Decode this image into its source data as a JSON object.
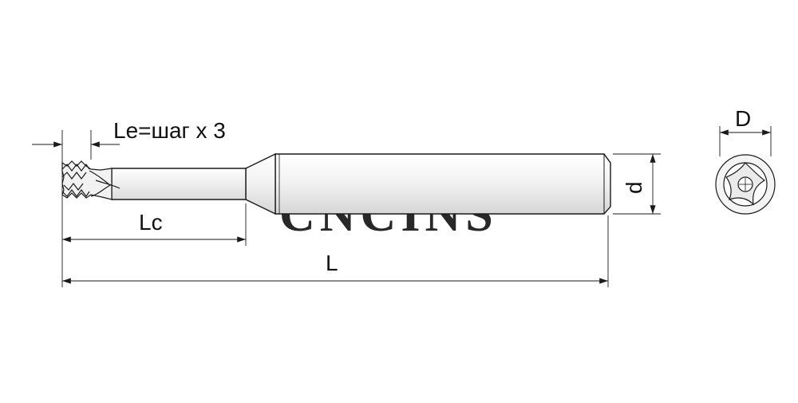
{
  "drawing": {
    "labels": {
      "le": "Le=шаг х 3",
      "lc": "Lc",
      "l": "L",
      "d": "d",
      "D": "D"
    },
    "watermark": {
      "text": "CNCINS",
      "color_left": "#f4b8a8",
      "color_right": "#b9c6d8"
    },
    "colors": {
      "line": "#1a1a1a",
      "body_fill_top": "#f7f7f7",
      "body_fill_bottom": "#d9d9d9"
    }
  }
}
